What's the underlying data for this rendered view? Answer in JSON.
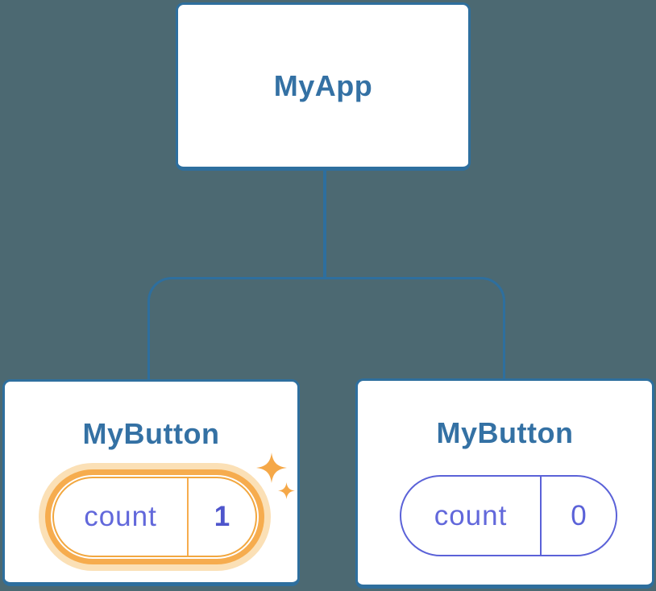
{
  "diagram": {
    "description": "Component tree diagram: parent app with two button children holding independent state",
    "root": {
      "label": "MyApp"
    },
    "children": [
      {
        "label": "MyButton",
        "state_key": "count",
        "state_value": "1",
        "highlighted": true
      },
      {
        "label": "MyButton",
        "state_key": "count",
        "state_value": "0",
        "highlighted": false
      }
    ],
    "colors": {
      "background": "#4C6972",
      "node_fill": "#FFFFFF",
      "node_border": "#2E6F9E",
      "edge_line": "#2E6F9E",
      "node_title_text": "#3471A4",
      "state_key_text": "#6268DB",
      "state_value_highlight_text": "#4E55CC",
      "state_value_normal_text": "#5B62D8",
      "pill_border_normal": "#5B62D8",
      "pill_border_highlight": "#F2A73F",
      "highlight_ring": "#F6AC4E",
      "highlight_halo": "#FBE0B6",
      "sparkle": "#F5A848"
    }
  }
}
